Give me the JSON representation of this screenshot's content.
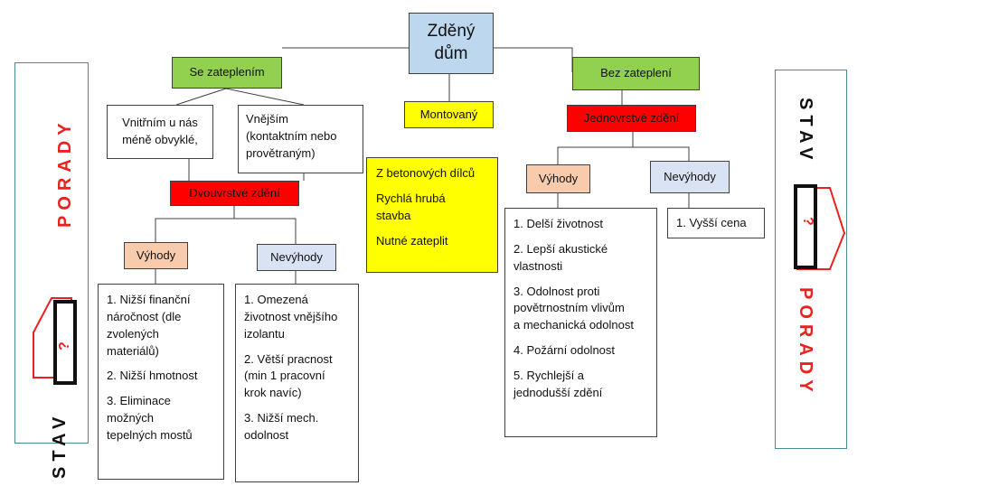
{
  "diagram": {
    "root": "Zděný\ndům",
    "with_insulation": {
      "label": "Se zateplením",
      "inner": "Vnitřním u nás\nméně obvyklé,",
      "outer": "Vnějším\n(kontaktním nebo\nprovětraným)",
      "type": "Dvouvrstvé zdění",
      "pros_label": "Výhody",
      "cons_label": "Nevýhody",
      "pros": [
        "1. Nižší finanční\nnáročnost (dle\nzvolených\nmateriálů)",
        "2. Nižší hmotnost",
        "3. Eliminace\nmožných\ntepelných mostů"
      ],
      "cons": [
        "1. Omezená\nživotnost vnějšího\nizolantu",
        "2. Větší pracnost\n(min 1 pracovní\nkrok navíc)",
        "3. Nižší mech.\nodolnost"
      ]
    },
    "assembled": {
      "label": "Montovaný",
      "details": [
        "Z betonových dílců",
        "Rychlá hrubá\nstavba",
        "Nutné zateplit"
      ]
    },
    "without_insulation": {
      "label": "Bez zateplení",
      "type": "Jednovrstvé zdění",
      "pros_label": "Výhody",
      "cons_label": "Nevýhody",
      "pros": [
        "1. Delší životnost",
        "2. Lepší akustické\nvlastnosti",
        "3. Odolnost proti\npovětrnostním vlivům\na mechanická odolnost",
        "4. Požární odolnost",
        "5. Rychlejší a\njednodušší zdění"
      ],
      "cons": [
        "1. Vyšší cena"
      ]
    }
  },
  "logos": {
    "left": {
      "word1": "STAV",
      "mark": "?",
      "word2": "PORADY"
    },
    "right": {
      "word1": "STAV",
      "mark": "?",
      "word2": "PORADY"
    }
  },
  "colors": {
    "root": "#bdd7ee",
    "branch": "#92d050",
    "wall_type": "#ff0000",
    "pros": "#f8cbad",
    "cons": "#dae3f3",
    "assembled": "#ffff00",
    "logo_red": "#e8231f"
  }
}
